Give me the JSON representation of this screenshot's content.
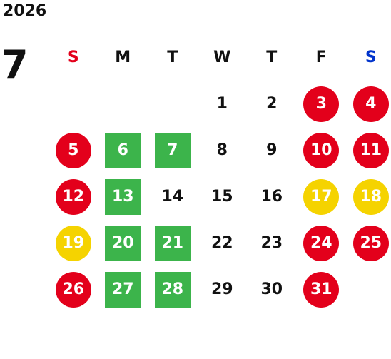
{
  "calendar": {
    "year": "2026",
    "month": "7",
    "weekdays": [
      {
        "label": "S",
        "color": "#e3001b"
      },
      {
        "label": "M",
        "color": "#111111"
      },
      {
        "label": "T",
        "color": "#111111"
      },
      {
        "label": "W",
        "color": "#111111"
      },
      {
        "label": "T",
        "color": "#111111"
      },
      {
        "label": "F",
        "color": "#111111"
      },
      {
        "label": "S",
        "color": "#0033cc"
      }
    ],
    "days": [
      "",
      "",
      "",
      "1",
      "2",
      "3",
      "4",
      "5",
      "6",
      "7",
      "8",
      "9",
      "10",
      "11",
      "12",
      "13",
      "14",
      "15",
      "16",
      "17",
      "18",
      "19",
      "20",
      "21",
      "22",
      "23",
      "24",
      "25",
      "26",
      "27",
      "28",
      "29",
      "30",
      "31",
      ""
    ],
    "styles": [
      "empty",
      "empty",
      "empty",
      "plain",
      "plain",
      "red",
      "red",
      "red",
      "green",
      "green",
      "plain",
      "plain",
      "red",
      "red",
      "red",
      "green",
      "plain",
      "plain",
      "plain",
      "yellow",
      "yellow",
      "yellow",
      "green",
      "green",
      "plain",
      "plain",
      "red",
      "red",
      "red",
      "green",
      "green",
      "plain",
      "plain",
      "red",
      "empty"
    ]
  },
  "legend_colors": {
    "red": "#e3001b",
    "green": "#3cb44b",
    "yellow": "#f5d300",
    "sunday_label": "#e3001b",
    "saturday_label": "#0033cc"
  }
}
